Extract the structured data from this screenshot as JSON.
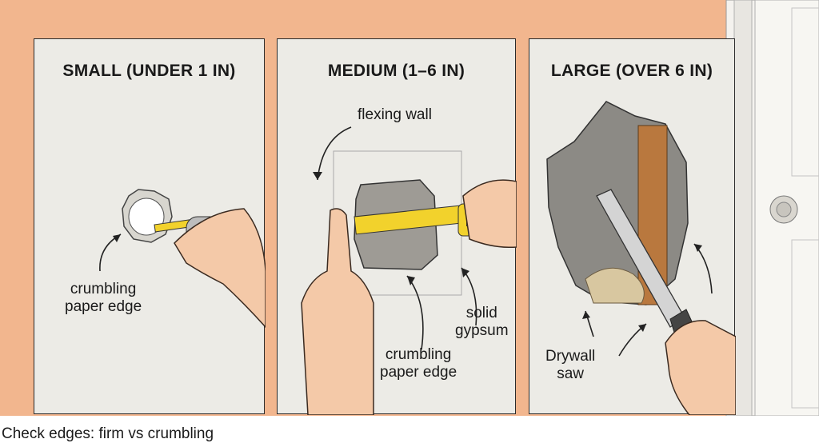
{
  "panels": [
    {
      "title": "SMALL (UNDER 1 IN)",
      "labels": {
        "edge": "crumbling\npaper edge"
      }
    },
    {
      "title": "MEDIUM (1–6 IN)",
      "labels": {
        "flex": "flexing wall",
        "solid": "solid\ngypsum",
        "edge": "crumbling\npaper edge"
      }
    },
    {
      "title": "LARGE (OVER 6 IN)",
      "labels": {
        "saw": "Drywall\nsaw"
      }
    }
  ],
  "caption": "Check edges: firm vs crumbling",
  "colors": {
    "wall_background": "#f2b68e",
    "panel": "#ecebe6",
    "tape_yellow": "#f2d22c",
    "skin": "#f4c9a8",
    "wood_stud": "#b9783e"
  }
}
